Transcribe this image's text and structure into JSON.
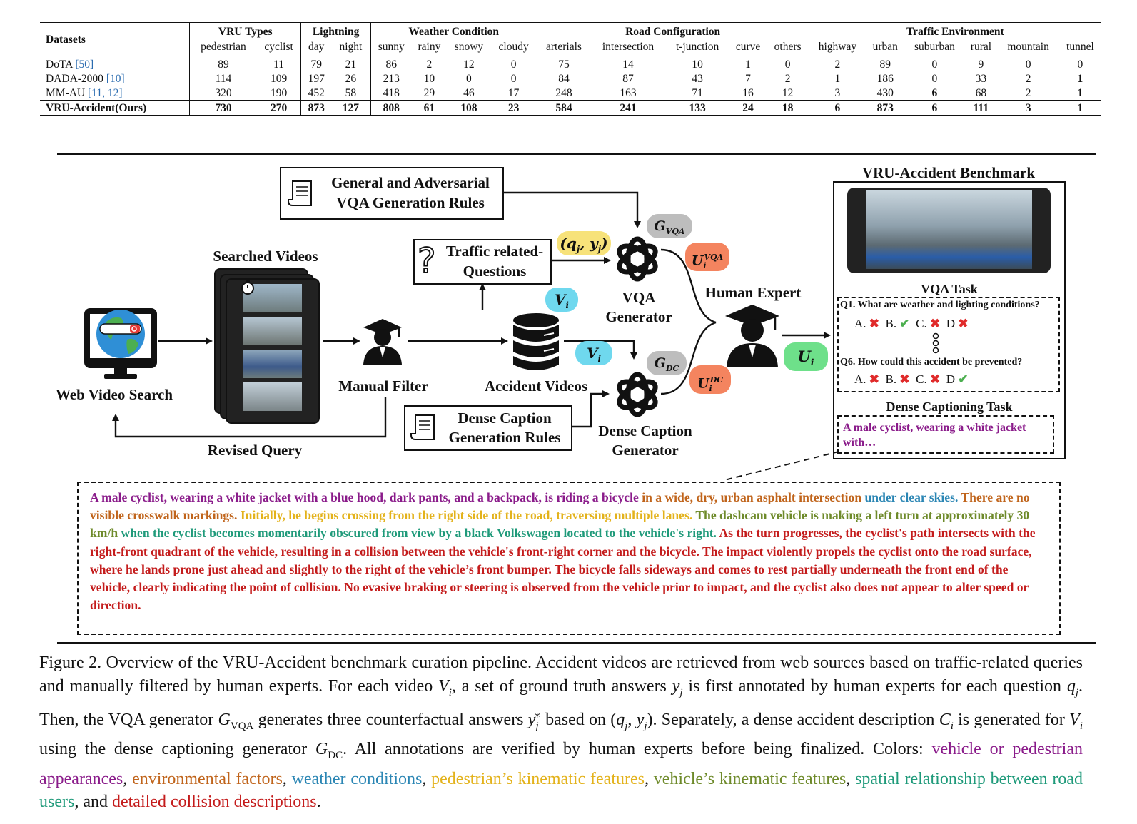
{
  "table": {
    "datasets_header": "Datasets",
    "groups": [
      {
        "label": "VRU Types",
        "span": 2
      },
      {
        "label": "Lightning",
        "span": 2
      },
      {
        "label": "Weather Condition",
        "span": 4
      },
      {
        "label": "Road Configuration",
        "span": 5
      },
      {
        "label": "Traffic Environment",
        "span": 6
      }
    ],
    "columns": [
      "pedestrian",
      "cyclist",
      "day",
      "night",
      "sunny",
      "rainy",
      "snowy",
      "cloudy",
      "arterials",
      "intersection",
      "t-junction",
      "curve",
      "others",
      "highway",
      "urban",
      "suburban",
      "rural",
      "mountain",
      "tunnel"
    ],
    "rows": [
      {
        "name": "DoTA",
        "cite": "[50]",
        "values": [
          "89",
          "11",
          "79",
          "21",
          "86",
          "2",
          "12",
          "0",
          "75",
          "14",
          "10",
          "1",
          "0",
          "2",
          "89",
          "0",
          "9",
          "0",
          "0"
        ],
        "bold": []
      },
      {
        "name": "DADA-2000",
        "cite": "[10]",
        "values": [
          "114",
          "109",
          "197",
          "26",
          "213",
          "10",
          "0",
          "0",
          "84",
          "87",
          "43",
          "7",
          "2",
          "1",
          "186",
          "0",
          "33",
          "2",
          "1"
        ],
        "bold": [
          18
        ]
      },
      {
        "name": "MM-AU",
        "cite": "[11, 12]",
        "values": [
          "320",
          "190",
          "452",
          "58",
          "418",
          "29",
          "46",
          "17",
          "248",
          "163",
          "71",
          "16",
          "12",
          "3",
          "430",
          "6",
          "68",
          "2",
          "1"
        ],
        "bold": [
          15,
          18
        ]
      },
      {
        "name": "VRU-Accident(Ours)",
        "cite": "",
        "values": [
          "730",
          "270",
          "873",
          "127",
          "808",
          "61",
          "108",
          "23",
          "584",
          "241",
          "133",
          "24",
          "18",
          "6",
          "873",
          "6",
          "111",
          "3",
          "1"
        ],
        "bold": "all"
      }
    ]
  },
  "figure": {
    "web_video_search": "Web Video Search",
    "searched_videos": "Searched Videos",
    "manual_filter": "Manual Filter",
    "revised_query": "Revised Query",
    "accident_videos": "Accident Videos",
    "rules_vqa_line1": "General and Adversarial",
    "rules_vqa_line2": "VQA Generation Rules",
    "traffic_q_line1": "Traffic related-",
    "traffic_q_line2": "Questions",
    "dense_rules_line1": "Dense Caption",
    "dense_rules_line2": "Generation Rules",
    "vqa_gen_line1": "VQA",
    "vqa_gen_line2": "Generator",
    "dc_gen_line1": "Dense Caption",
    "dc_gen_line2": "Generator",
    "human_expert": "Human Expert",
    "pill_qy": "(q",
    "pill_qy_full": "(qj, yj)",
    "pill_vi": "Vi",
    "pill_gvqa": "GVQA",
    "pill_gdc": "GDC",
    "pill_uvqa": "UiVQA",
    "pill_udc": "UiDC",
    "pill_ui": "Ui",
    "colors": {
      "yellow": "#f7e27a",
      "cyan": "#6fd8ee",
      "gray": "#bdbdbd",
      "orange": "#f4845f",
      "green": "#6ee08a"
    },
    "benchmark_title": "VRU-Accident Benchmark",
    "vqa_task": "VQA Task",
    "q1": "Q1. What are weather and lighting conditions?",
    "q6": "Q6. How could this accident be prevented?",
    "opt_a": "A.",
    "opt_b": "B.",
    "opt_c": "C.",
    "opt_d": "D",
    "dense_task": "Dense Captioning Task",
    "dense_snippet_1": "A male cyclist, wearing a white jacket",
    "dense_snippet_2": "with…"
  },
  "dense_caption": [
    {
      "text": "A male cyclist, wearing a white jacket with a blue hood, dark pants, and a backpack, is riding a bicycle",
      "color": "#8a1b8a"
    },
    {
      "text": " in a wide, dry, urban asphalt intersection",
      "color": "#c0641b"
    },
    {
      "text": " under clear skies.",
      "color": "#2b86b4"
    },
    {
      "text": " There are no visible crosswalk markings.",
      "color": "#c0641b"
    },
    {
      "text": " Initially, he begins crossing from the right side of the road, traversing multiple lanes.",
      "color": "#e3b21b"
    },
    {
      "text": " The dashcam vehicle is making a left turn at approximately 30 km/h",
      "color": "#6e8a2a"
    },
    {
      "text": " when the cyclist becomes momentarily obscured from view by a black Volkswagen located to the vehicle's right.",
      "color": "#1f9a7a"
    },
    {
      "text": " As the turn progresses, the cyclist's path intersects with the right-front quadrant of the vehicle, resulting in a collision between the vehicle's front-right corner and the bicycle. The impact violently propels the cyclist onto the road surface, where he lands prone just ahead and slightly to the right of the vehicle’s front bumper. The bicycle falls sideways and comes to rest partially underneath the front end of the vehicle, clearly indicating the point of collision. No evasive braking or steering is observed from the vehicle prior to impact, and the cyclist also does not appear to alter speed or direction.",
      "color": "#c41c1c"
    }
  ],
  "caption": {
    "p1": "Figure 2. Overview of the VRU-Accident benchmark curation pipeline. Accident videos are retrieved from web sources based on traffic-related queries and manually filtered by human experts. For each video ",
    "v_i": "V",
    "p2": ", a set of ground truth answers ",
    "p3": " is first annotated by human experts for each question ",
    "p4": ". Then, the VQA generator ",
    "p5": " generates three counterfactual answers ",
    "p6": " based on ",
    "p7": ". Separately, a dense accident description ",
    "p8": " is generated for ",
    "p9": " using the dense captioning generator ",
    "p10": ". All annotations are verified by human experts before being finalized.  Colors: ",
    "colored": [
      {
        "text": "vehicle or pedestrian appearances",
        "color": "#8a1b8a"
      },
      {
        "text": "environmental factors",
        "color": "#c0641b"
      },
      {
        "text": "weather conditions",
        "color": "#2b86b4"
      },
      {
        "text": "pedestrian’s kinematic features",
        "color": "#e3b21b"
      },
      {
        "text": "vehicle’s kinematic features",
        "color": "#6e8a2a"
      },
      {
        "text": "spatial relationship between road users",
        "color": "#1f9a7a"
      },
      {
        "text": "detailed collision descriptions",
        "color": "#c41c1c"
      }
    ],
    "and": "and"
  }
}
